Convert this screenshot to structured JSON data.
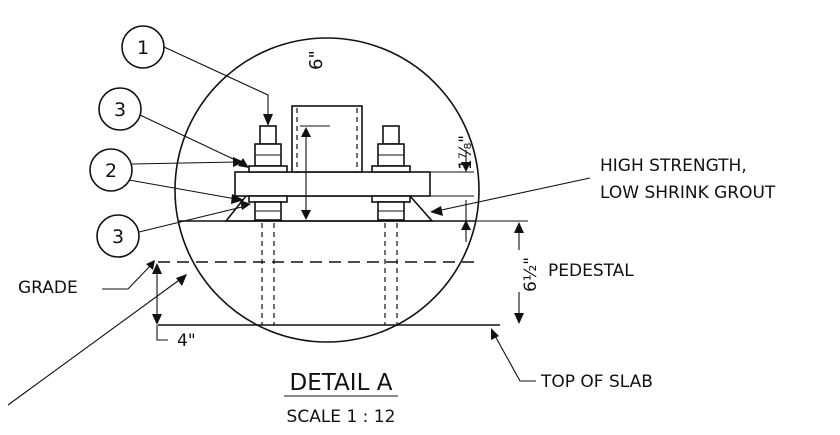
{
  "balloons": {
    "b1": "1",
    "b2": "2",
    "b3_upper": "3",
    "b3_lower": "3"
  },
  "callouts": {
    "grout_line1": "HIGH STRENGTH,",
    "grout_line2": "LOW SHRINK GROUT",
    "pedestal": "PEDESTAL",
    "grade": "GRADE",
    "top_of_slab": "TOP OF SLAB"
  },
  "dimensions": {
    "six_inch": "6\"",
    "one_seven_eighths": "1⁷⁄₈\"",
    "six_half": "6½\"",
    "four_inch": "4\""
  },
  "detail": {
    "title": "DETAIL A",
    "scale": "SCALE 1 : 12"
  }
}
